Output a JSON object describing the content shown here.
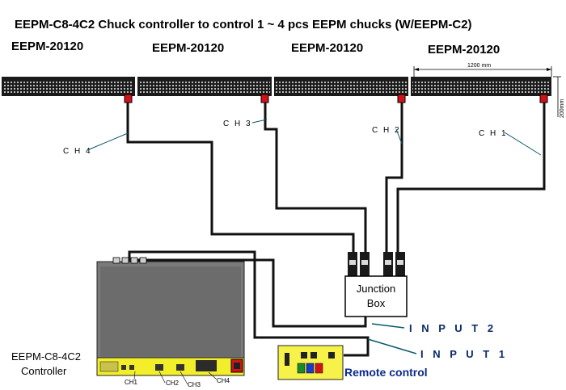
{
  "title": "EEPM-C8-4C2 Chuck controller to control 1 ~ 4 pcs EEPM chucks (W/EEPM-C2)",
  "chucks": [
    {
      "model": "EEPM-20120"
    },
    {
      "model": "EEPM-20120"
    },
    {
      "model": "EEPM-20120"
    },
    {
      "model": "EEPM-20120"
    }
  ],
  "dimensions": {
    "length": "1200 mm",
    "width": "200mm"
  },
  "channels": {
    "ch1": "C H 1",
    "ch2": "C H 2",
    "ch3": "C H 3",
    "ch4": "C H 4"
  },
  "junction_box": {
    "line1": "Junction",
    "line2": "Box"
  },
  "inputs": {
    "input2": "I N P U T  2",
    "input1": "I N P U T  1"
  },
  "controller": {
    "line1": "EEPM-C8-4C2",
    "line2": "Controller",
    "ports": {
      "ch1": "CH1",
      "ch2": "CH2",
      "ch3": "CH3",
      "ch4": "CH4"
    }
  },
  "remote": {
    "label": "Remote control"
  },
  "colors": {
    "chuck_dark": "#1a1a1a",
    "controller_panel": "#f2ee2a",
    "remote_panel": "#f7f24a",
    "connector_red": "#d2121a",
    "accent_blue": "#0b2b8a"
  }
}
